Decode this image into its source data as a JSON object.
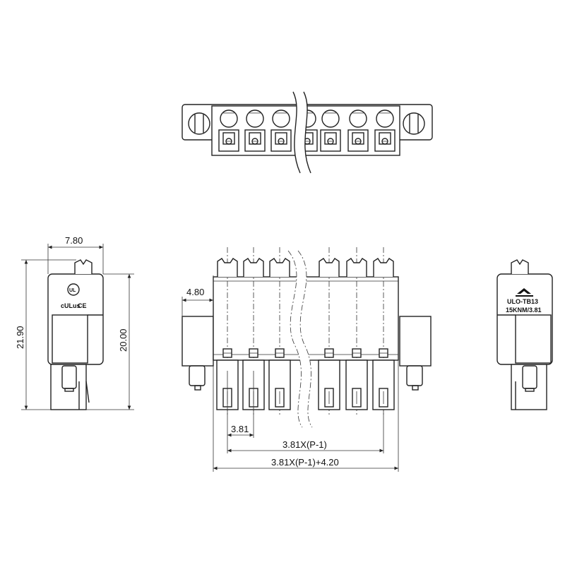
{
  "dimensions": {
    "side_width": "7.80",
    "overall_height": "21.90",
    "body_height": "20.00",
    "flange_offset": "4.80",
    "pitch": "3.81",
    "pitch_span": "3.81X(P-1)",
    "overall_length": "3.81X(P-1)+4.20"
  },
  "markings": {
    "model": "ULO-TB13",
    "rating": "15KNM/3.81",
    "ce_mark": "CE",
    "ul_mark": "cULus"
  }
}
